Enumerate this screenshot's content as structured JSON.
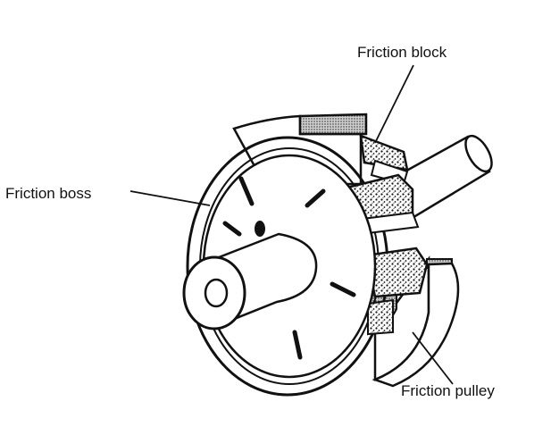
{
  "labels": {
    "friction_block": "Friction block",
    "friction_boss": "Friction boss",
    "friction_pulley": "Friction pulley"
  },
  "colors": {
    "ink": "#111111",
    "paper": "#ffffff",
    "lining": "#888888"
  }
}
